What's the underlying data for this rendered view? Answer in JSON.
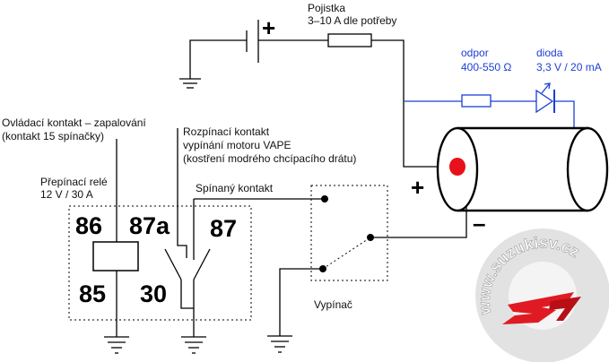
{
  "fuse": {
    "title": "Pojistka",
    "rating": "3–10 A dle potřeby"
  },
  "resistor": {
    "title": "odpor",
    "value": "400-550 Ω"
  },
  "diode": {
    "title": "dioda",
    "value": "3,3 V / 20 mA"
  },
  "control_contact": {
    "line1": "Ovládací kontakt – zapalování",
    "line2": "(kontakt 15 spínačky)"
  },
  "breaker_contact": {
    "line1": "Rozpínací kontakt",
    "line2": "vypínání motoru VAPE",
    "line3": "(kostření modrého chcípacího drátu)"
  },
  "relay": {
    "line1": "Přepínací relé",
    "line2": "12 V / 30 A",
    "pin_86": "86",
    "pin_87a": "87a",
    "pin_87": "87",
    "pin_85": "85",
    "pin_30": "30"
  },
  "switched_contact": "Spínaný kontakt",
  "switch_label": "Vypínač",
  "battery_plus": "+",
  "housing_plus": "+",
  "housing_minus": "–",
  "watermark": "www.suzukisv.cz",
  "colors": {
    "wire": "#000000",
    "led_circuit": "#1c3fd6",
    "led_point": "#e8101a",
    "logo_red": "#e01a22",
    "watermark_gray": "#d6d6d6"
  }
}
